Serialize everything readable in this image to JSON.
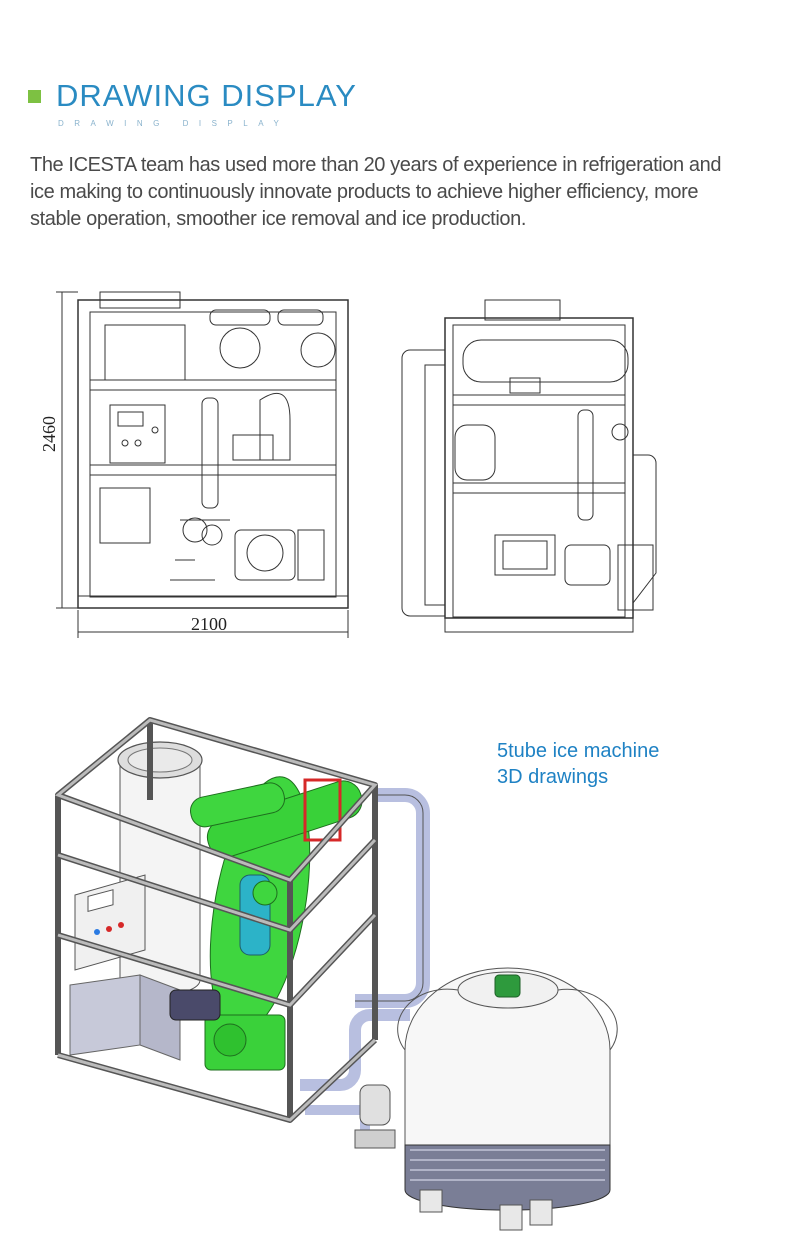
{
  "header": {
    "title": "DRAWING DISPLAY",
    "subtitle": "DRAWING DISPLAY"
  },
  "intro": "The ICESTA team has used more than 20 years of experience in refrigeration and ice making to continuously innovate products to achieve higher efficiency, more stable operation, smoother ice removal and ice production.",
  "front_drawing": {
    "height_label": "2460",
    "width_label": "2100"
  },
  "caption": {
    "line1": "5tube ice machine",
    "line2": "3D drawings"
  },
  "colors": {
    "accent_green": "#7dc142",
    "title_blue": "#2a8bc2",
    "caption_blue": "#1f82c4"
  }
}
